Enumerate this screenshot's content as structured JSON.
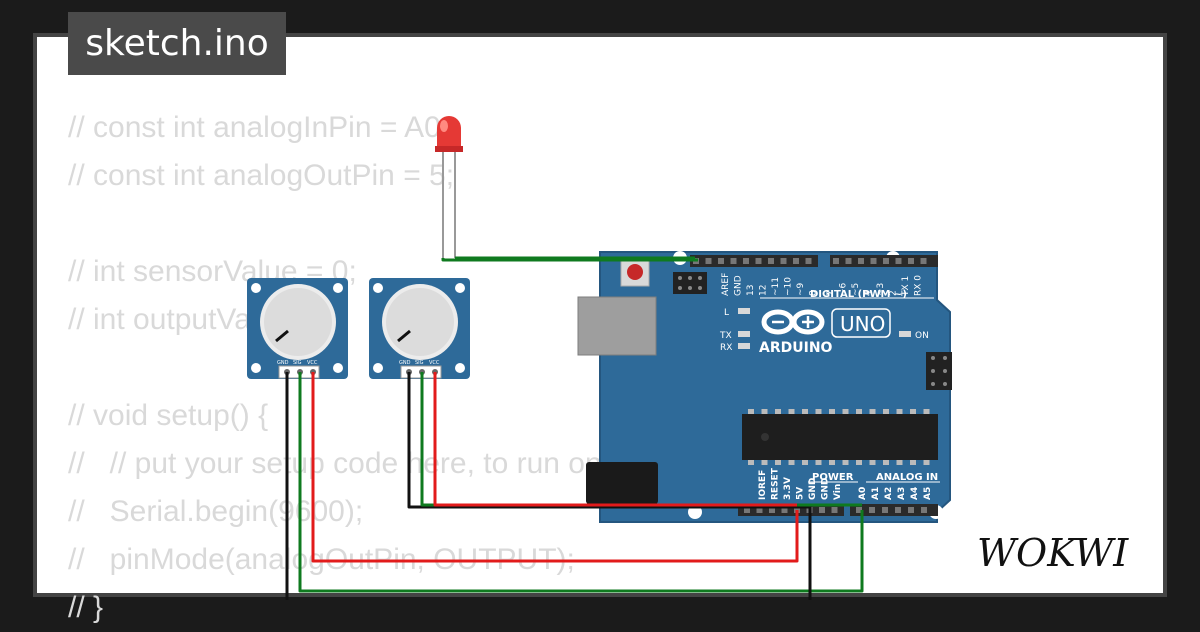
{
  "title": "sketch.ino",
  "brand": "WOKWI",
  "code_lines": [
    "// const int analogInPin = A0;",
    "// const int analogOutPin = 5;",
    "",
    "// int sensorValue = 0;",
    "// int outputValue = 0;",
    "",
    "// void setup() {",
    "//   // put your setup code here, to run once:",
    "//   Serial.begin(9600);",
    "//   pinMode(analogOutPin, OUTPUT);",
    "// }"
  ],
  "board": {
    "name_uno": "UNO",
    "name_arduino": "ARDUINO",
    "digital_label": "DIGITAL (PWM ~)",
    "power_label": "POWER",
    "analog_label": "ANALOG IN",
    "led_l": "L",
    "led_tx": "TX",
    "led_rx": "RX",
    "led_on": "ON",
    "digital_pins": [
      "AREF",
      "GND",
      "13",
      "12",
      "~11",
      "~10",
      "~9",
      "8",
      "7",
      "~6",
      "~5",
      "4",
      "~3",
      "2",
      "TX 1",
      "RX 0"
    ],
    "power_pins": [
      "IOREF",
      "RESET",
      "3.3V",
      "5V",
      "GND",
      "GND",
      "Vin"
    ],
    "analog_pins": [
      "A0",
      "A1",
      "A2",
      "A3",
      "A4",
      "A5"
    ]
  },
  "potentiometer": {
    "pin_gnd": "GND",
    "pin_sig": "SIG",
    "pin_vcc": "VCC"
  },
  "colors": {
    "board": "#2e6a99",
    "wire_green": "#0f7a1f",
    "wire_red": "#e21b1b",
    "wire_black": "#111111",
    "code": "#d9d9d9",
    "led": "#e53935"
  }
}
